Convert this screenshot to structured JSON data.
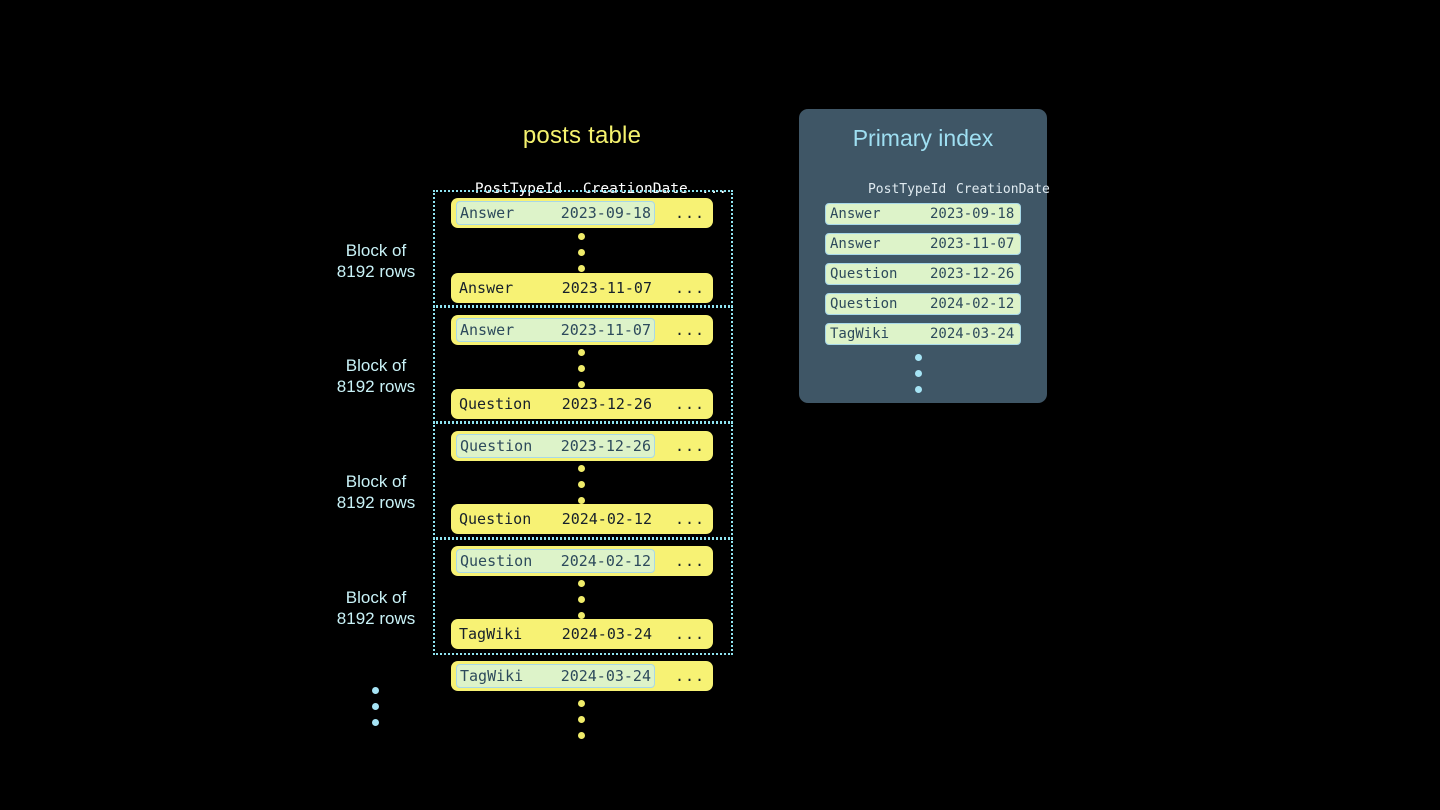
{
  "posts_table": {
    "title": "posts table",
    "columns": [
      "PostTypeId",
      "CreationDate",
      "..."
    ],
    "blocks": [
      {
        "label_line1": "Block of",
        "label_line2": "8192 rows",
        "first_row": {
          "type": "Answer",
          "date": "2023-09-18",
          "more": "...",
          "highlighted": true
        },
        "last_row": {
          "type": "Answer",
          "date": "2023-11-07",
          "more": "...",
          "highlighted": false
        }
      },
      {
        "label_line1": "Block of",
        "label_line2": "8192 rows",
        "first_row": {
          "type": "Answer",
          "date": "2023-11-07",
          "more": "...",
          "highlighted": true
        },
        "last_row": {
          "type": "Question",
          "date": "2023-12-26",
          "more": "...",
          "highlighted": false
        }
      },
      {
        "label_line1": "Block of",
        "label_line2": "8192 rows",
        "first_row": {
          "type": "Question",
          "date": "2023-12-26",
          "more": "...",
          "highlighted": true
        },
        "last_row": {
          "type": "Question",
          "date": "2024-02-12",
          "more": "...",
          "highlighted": false
        }
      },
      {
        "label_line1": "Block of",
        "label_line2": "8192 rows",
        "first_row": {
          "type": "Question",
          "date": "2024-02-12",
          "more": "...",
          "highlighted": true
        },
        "last_row": {
          "type": "TagWiki",
          "date": "2024-03-24",
          "more": "...",
          "highlighted": false
        }
      }
    ],
    "trailing_row": {
      "type": "TagWiki",
      "date": "2024-03-24",
      "more": "...",
      "highlighted": true
    }
  },
  "primary_index": {
    "title": "Primary index",
    "columns": [
      "PostTypeId",
      "CreationDate"
    ],
    "rows": [
      {
        "type": "Answer",
        "date": "2023-09-18"
      },
      {
        "type": "Answer",
        "date": "2023-11-07"
      },
      {
        "type": "Question",
        "date": "2023-12-26"
      },
      {
        "type": "Question",
        "date": "2024-02-12"
      },
      {
        "type": "TagWiki",
        "date": "2024-03-24"
      }
    ]
  },
  "colors": {
    "background": "#000000",
    "row_fill": "#f7f274",
    "highlight_fill": "#ddf3c9",
    "highlight_border": "#a8d8e8",
    "block_border": "#8fe3f0",
    "title_yellow": "#f5f26e",
    "panel_background": "#3f5666",
    "panel_title": "#9fdff2",
    "label_text": "#c9f2f7",
    "dot_yellow": "#f0ec6a",
    "dot_blue": "#a6e4f5"
  }
}
